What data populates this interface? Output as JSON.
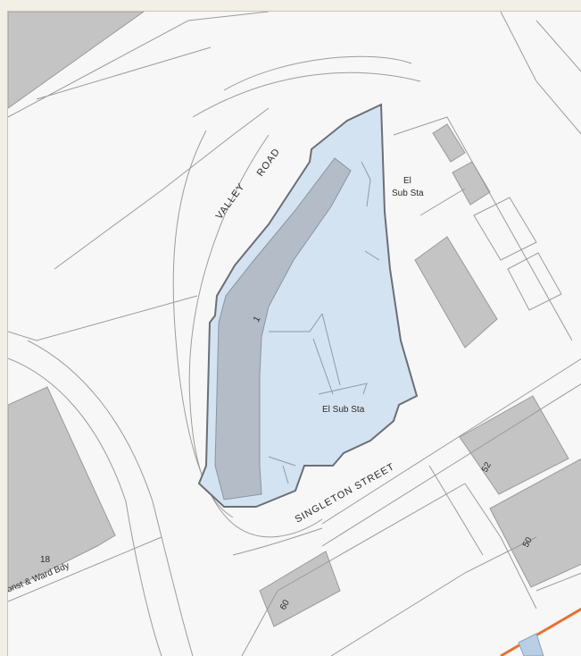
{
  "map": {
    "labels": {
      "valley_road_1": "VALLEY",
      "valley_road_2": "ROAD",
      "singleton_street": "SINGLETON STREET",
      "el_sub_sta_top_1": "El",
      "el_sub_sta_top_2": "Sub Sta",
      "el_sub_sta_site": "El Sub Sta",
      "building_number_1": "1",
      "number_52": "52",
      "number_50": "50",
      "number_18": "18",
      "number_60": "60",
      "boundary_label": "onst & Ward Bdy"
    },
    "colors": {
      "background": "#f1efe6",
      "map_bg": "#f7f7f7",
      "building_grey": "#c4c4c4",
      "site_fill": "#d4e3f1",
      "site_stroke": "#6b6f76",
      "building_on_site": "#b3bcc7",
      "railway": "#e8702e"
    }
  }
}
